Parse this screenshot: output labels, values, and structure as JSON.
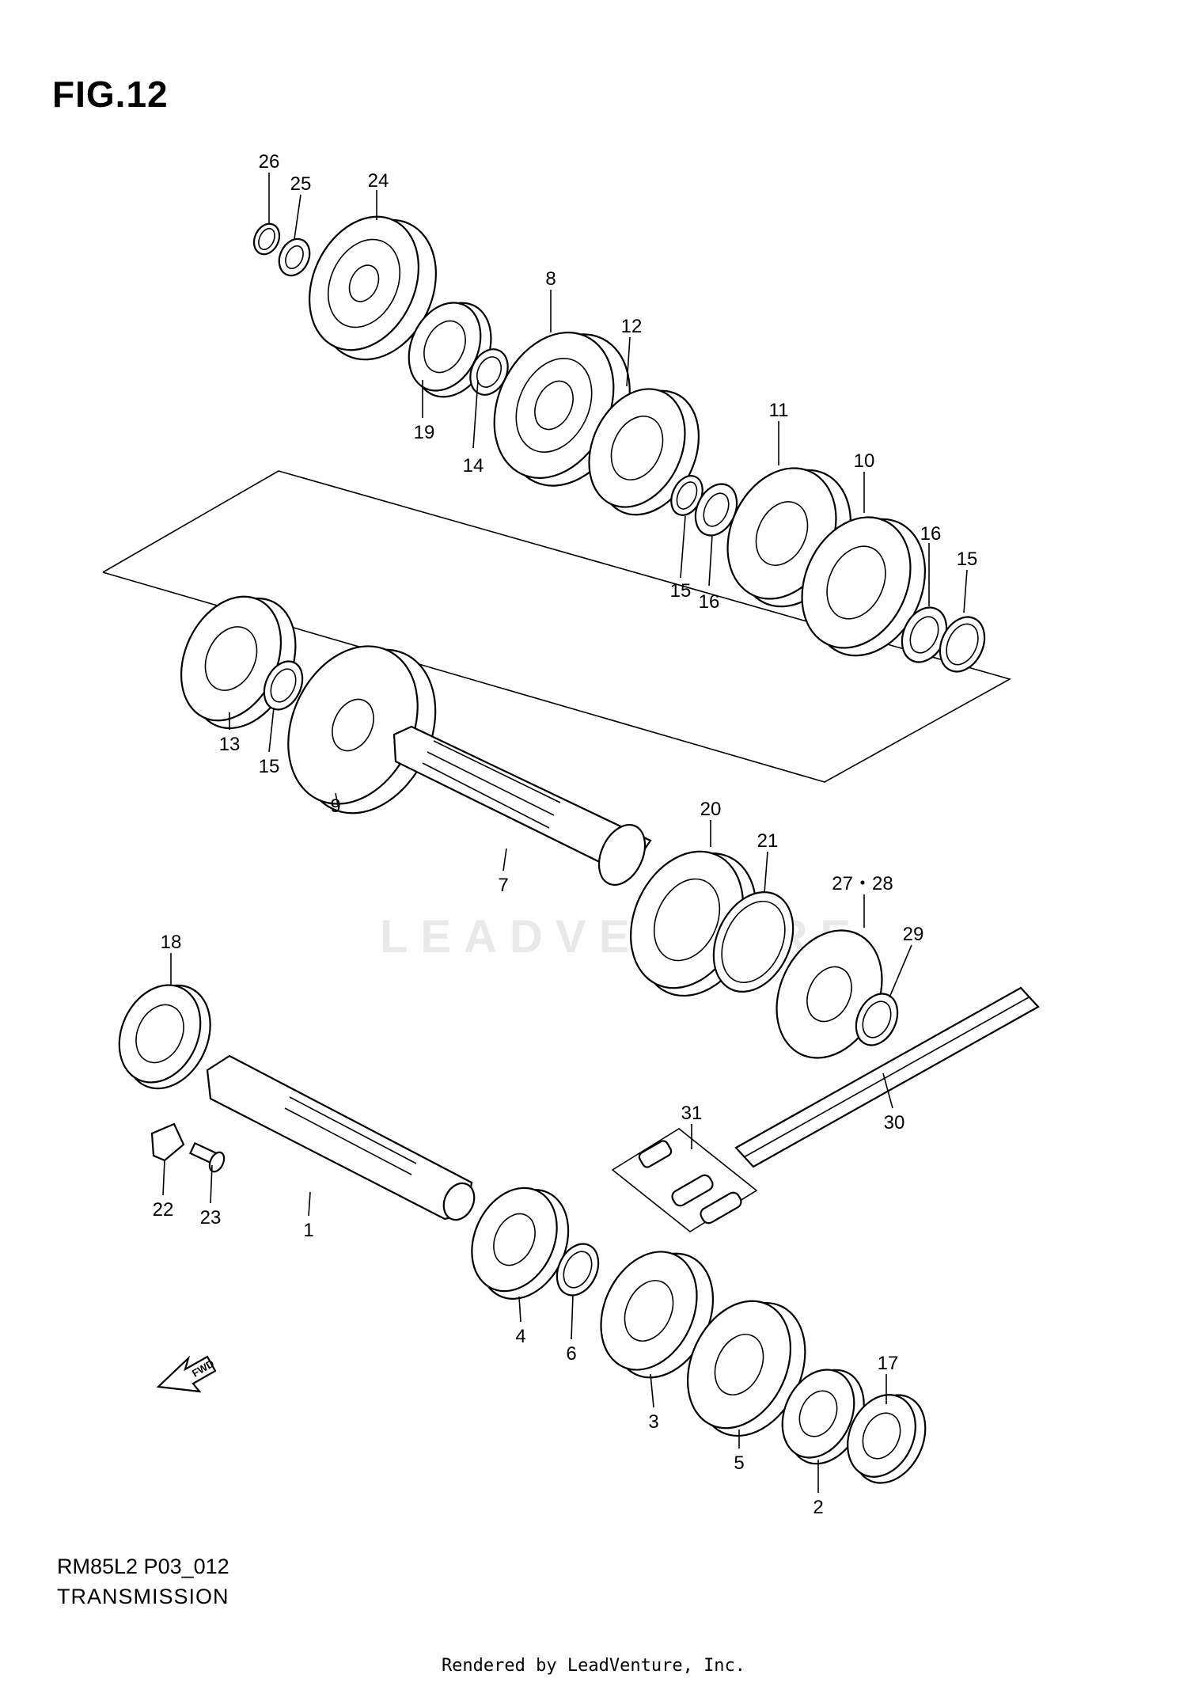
{
  "figure_title": "FIG.12",
  "model_code": "RM85L2 P03_012",
  "section_name": "TRANSMISSION",
  "footer": "Rendered by LeadVenture, Inc.",
  "watermark": "LEADVENTURE",
  "direction_arrow_label": "FWD",
  "callouts": {
    "c1": "1",
    "c2": "2",
    "c3": "3",
    "c4": "4",
    "c5": "5",
    "c6": "6",
    "c7": "7",
    "c8": "8",
    "c9": "9",
    "c10": "10",
    "c11": "11",
    "c12": "12",
    "c13": "13",
    "c14": "14",
    "c15a": "15",
    "c15b": "15",
    "c15c": "15",
    "c16a": "16",
    "c16b": "16",
    "c17": "17",
    "c18": "18",
    "c19": "19",
    "c20": "20",
    "c21": "21",
    "c22": "22",
    "c23": "23",
    "c24": "24",
    "c25": "25",
    "c26": "26",
    "c2728": "27・28",
    "c29": "29",
    "c30": "30",
    "c31": "31"
  }
}
